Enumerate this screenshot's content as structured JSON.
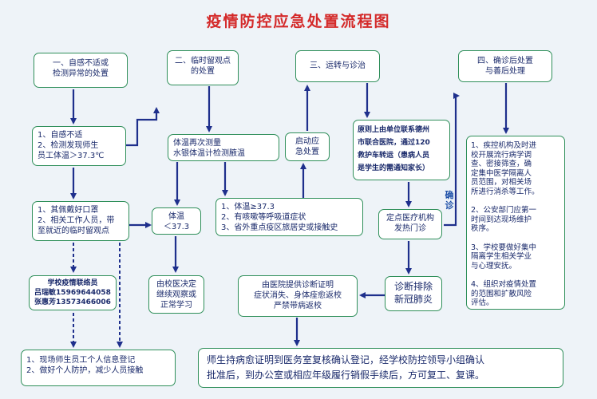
{
  "title": "疫情防控应急处置流程图",
  "colors": {
    "title": "#d42a2a",
    "text": "#1a2a6b",
    "box_border": "#2f8f5a",
    "arrow": "#1e2f8c",
    "background": "#eef3f8"
  },
  "headers": {
    "h1": [
      "一、自感不适或",
      "检测异常的处置"
    ],
    "h2": [
      "二、临时留观点",
      "的处置"
    ],
    "h3": [
      "三、运转与诊治"
    ],
    "h4": [
      "四、确诊后处置",
      "与善后处理"
    ]
  },
  "col1": {
    "b1": [
      "1、自感不适",
      "2、检测发现师生",
      "员工体温＞37.3℃"
    ],
    "b2": [
      "1、其佩戴好口罩",
      "2、相关工作人员，带",
      "至就近的临时留观点"
    ],
    "b3": [
      "学校疫情联络员",
      "吕瑞敏15969644058",
      "张惠芳13573466006"
    ],
    "bottom": [
      "1、现场师生员工个人信息登记",
      "2、做好个人防护，减少人员接触"
    ]
  },
  "col2": {
    "recheck": [
      "体温再次测量",
      "水银体温计检测腋温"
    ],
    "temp_low": [
      "体温",
      "＜37.3"
    ],
    "temp_high": [
      "1、体温≥37.3",
      "2、有咳嗽等呼吸道症状",
      "3、省外重点疫区旅居史或接触史"
    ],
    "observe": [
      "由校医决定",
      "继续观察或",
      "正常学习"
    ]
  },
  "col3": {
    "emergency": [
      "启动应",
      "急处置"
    ],
    "transfer": [
      "原则上由单位联系德州",
      "市联合医院，通过120",
      "救护车转运（患病人员",
      "是学生的需通知家长）"
    ],
    "hospital": [
      "定点医疗机构",
      "发热门诊"
    ],
    "exclude": [
      "诊断排除",
      "新冠肺炎"
    ],
    "certificate": [
      "由医院提供诊断证明",
      "症状消失、身体痊愈返校",
      "严禁带病返校"
    ]
  },
  "col4": {
    "confirmed_label": "确诊",
    "actions": [
      "1、疾控机构及时进",
      "校开展流行病学调",
      "查、密接筛查，确",
      "定集中医学隔离人",
      "员范围，对相关场",
      "所进行消杀等工作。",
      "",
      "2、公安部门应第一",
      "时间到达现场维护",
      "秩序。",
      "",
      "3、学校要做好集中",
      "隔离学生相关学业",
      "与心理安抚。",
      "",
      "4、组织对疫情处置",
      "的范围和扩散风险",
      "评估。"
    ]
  },
  "final": [
    "师生持病愈证明到医务室复核确认登记，经学校防控领导小组确认",
    "批准后，到办公室或相应年级履行销假手续后，方可复工、复课。"
  ]
}
